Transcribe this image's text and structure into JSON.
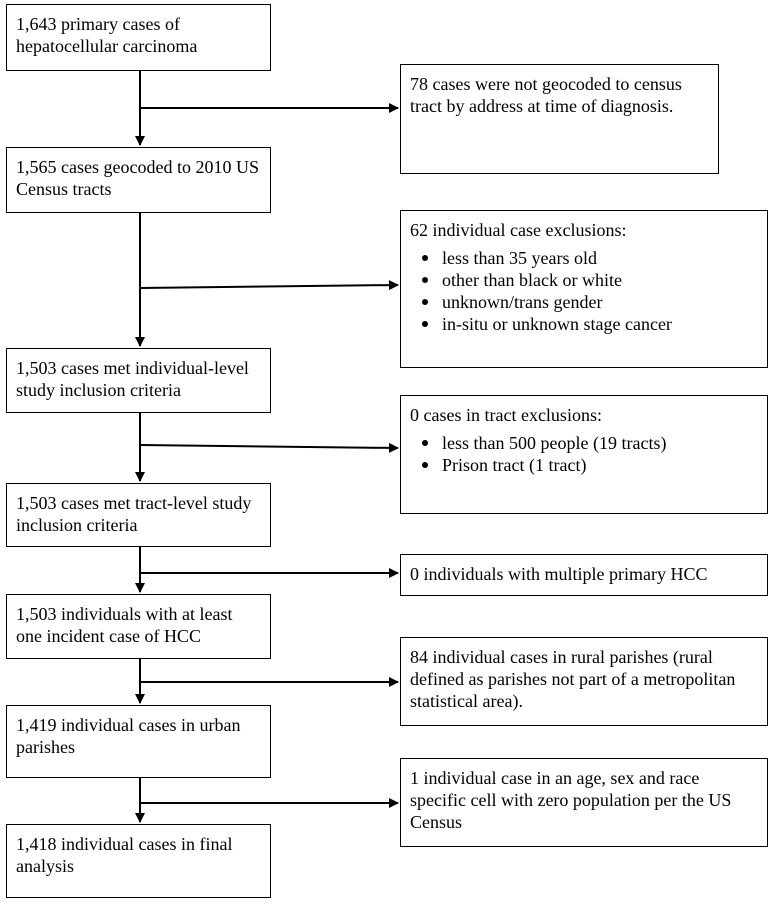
{
  "main_boxes": [
    {
      "text": "1,643 primary cases of hepatocellular carcinoma"
    },
    {
      "text": "1,565 cases geocoded to 2010 US Census tracts"
    },
    {
      "text": "1,503 cases met individual-level study inclusion criteria"
    },
    {
      "text": "1,503 cases met tract-level study inclusion criteria"
    },
    {
      "text": "1,503 individuals with at least one incident case of HCC"
    },
    {
      "text": "1,419 individual cases in urban parishes"
    },
    {
      "text": "1,418 individual cases in final analysis"
    }
  ],
  "side_boxes": [
    {
      "text": "78 cases were not geocoded to census tract by address at time of diagnosis.",
      "bullets": []
    },
    {
      "text": "62 individual case exclusions:",
      "bullets": [
        "less than 35 years old",
        "other than black or white",
        "unknown/trans gender",
        "in-situ or unknown stage cancer"
      ]
    },
    {
      "text": "0 cases in tract exclusions:",
      "bullets": [
        "less than 500 people (19 tracts)",
        "Prison tract (1 tract)"
      ]
    },
    {
      "text": "0 individuals with multiple primary HCC",
      "bullets": []
    },
    {
      "text": "84 individual cases in rural parishes (rural defined as parishes not part of a metropolitan statistical area).",
      "bullets": []
    },
    {
      "text": "1 individual case in an age, sex and race specific cell with zero population per the US Census",
      "bullets": []
    }
  ]
}
